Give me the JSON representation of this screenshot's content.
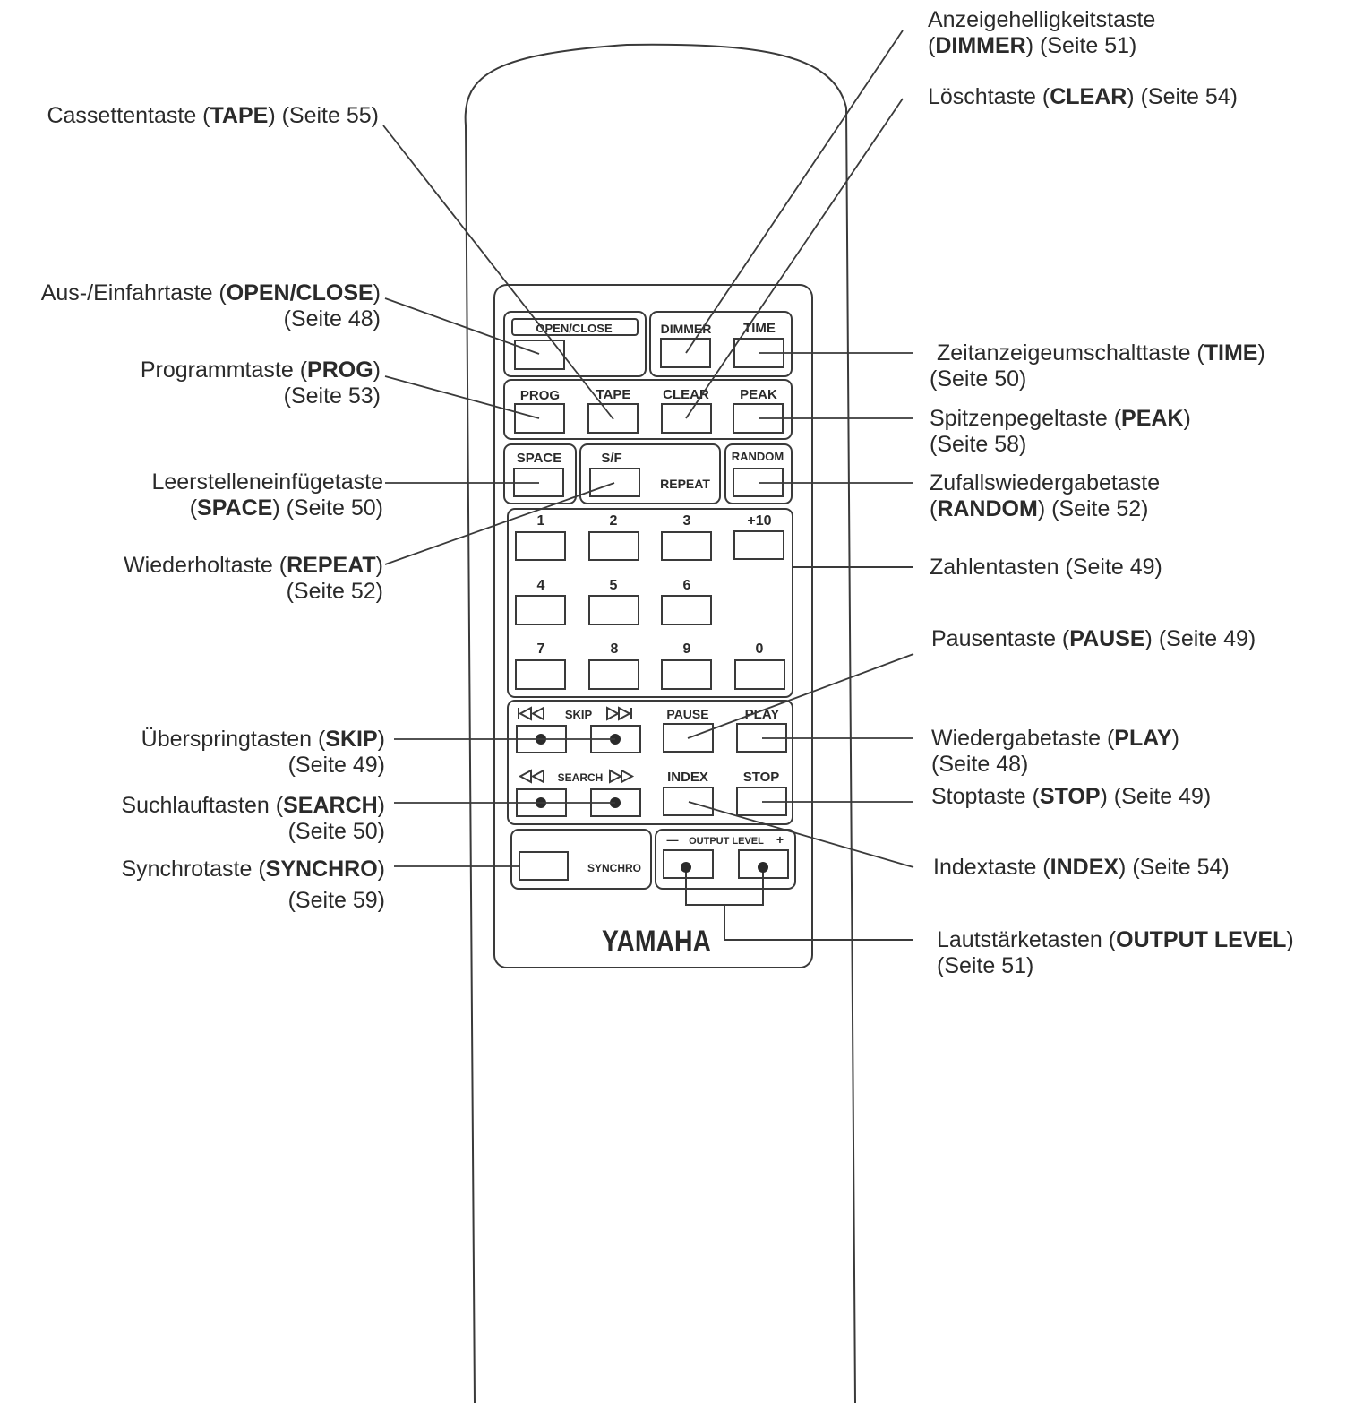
{
  "remote": {
    "brand": "YAMAHA",
    "buttons": {
      "open_close": "OPEN/CLOSE",
      "dimmer": "DIMMER",
      "time": "TIME",
      "prog": "PROG",
      "tape": "TAPE",
      "clear": "CLEAR",
      "peak": "PEAK",
      "space": "SPACE",
      "sf": "S/F",
      "repeat": "REPEAT",
      "random": "RANDOM",
      "n1": "1",
      "n2": "2",
      "n3": "3",
      "plus10": "+10",
      "n4": "4",
      "n5": "5",
      "n6": "6",
      "n7": "7",
      "n8": "8",
      "n9": "9",
      "n0": "0",
      "skip": "SKIP",
      "pause": "PAUSE",
      "play": "PLAY",
      "search": "SEARCH",
      "index": "INDEX",
      "stop": "STOP",
      "synchro": "SYNCHRO",
      "output_level": "OUTPUT LEVEL",
      "minus": "—",
      "plus": "+"
    }
  },
  "callouts_left": {
    "tape": {
      "pre": "Cassettentaste (",
      "key": "TAPE",
      "post": ") (Seite 55)"
    },
    "open_close": {
      "pre": "Aus-/Einfahrtaste (",
      "key": "OPEN/CLOSE",
      "post": ")",
      "line2": "(Seite 48)"
    },
    "prog": {
      "pre": "Programmtaste (",
      "key": "PROG",
      "post": ")",
      "line2": "(Seite 53)"
    },
    "space": {
      "line1": "Leerstelleneinfügetaste",
      "pre": "(",
      "key": "SPACE",
      "post": ") (Seite 50)"
    },
    "repeat": {
      "pre": "Wiederholtaste (",
      "key": "REPEAT",
      "post": ")",
      "line2": "(Seite 52)"
    },
    "skip": {
      "pre": "Überspringtasten (",
      "key": "SKIP",
      "post": ")",
      "line2": "(Seite 49)"
    },
    "search": {
      "pre": "Suchlauftasten (",
      "key": "SEARCH",
      "post": ")",
      "line2": "(Seite 50)"
    },
    "synchro": {
      "pre": "Synchrotaste (",
      "key": "SYNCHRO",
      "post": ")",
      "line2": "(Seite 59)"
    }
  },
  "callouts_right": {
    "dimmer": {
      "line1": "Anzeigehelligkeitstaste",
      "pre": "(",
      "key": "DIMMER",
      "post": ") (Seite 51)"
    },
    "clear": {
      "pre": "Löschtaste (",
      "key": "CLEAR",
      "post": ") (Seite 54)"
    },
    "time": {
      "pre": "Zeitanzeigeumschalttaste (",
      "key": "TIME",
      "post": ")",
      "line2": "(Seite 50)"
    },
    "peak": {
      "pre": "Spitzenpegeltaste (",
      "key": "PEAK",
      "post": ")",
      "line2": "(Seite 58)"
    },
    "random": {
      "line1": "Zufallswiedergabetaste",
      "pre": "(",
      "key": "RANDOM",
      "post": ") (Seite 52)"
    },
    "numbers": {
      "pre": "Zahlentasten (Seite 49)"
    },
    "pause": {
      "pre": "Pausentaste (",
      "key": "PAUSE",
      "post": ") (Seite 49)"
    },
    "play": {
      "pre": "Wiedergabetaste (",
      "key": "PLAY",
      "post": ")",
      "line2": "(Seite 48)"
    },
    "stop": {
      "pre": "Stoptaste (",
      "key": "STOP",
      "post": ") (Seite 49)"
    },
    "index": {
      "pre": "Indextaste (",
      "key": "INDEX",
      "post": ") (Seite 54)"
    },
    "output_level": {
      "pre": "Lautstärketasten (",
      "key": "OUTPUT LEVEL",
      "post": ")",
      "line2": "(Seite 51)"
    }
  }
}
